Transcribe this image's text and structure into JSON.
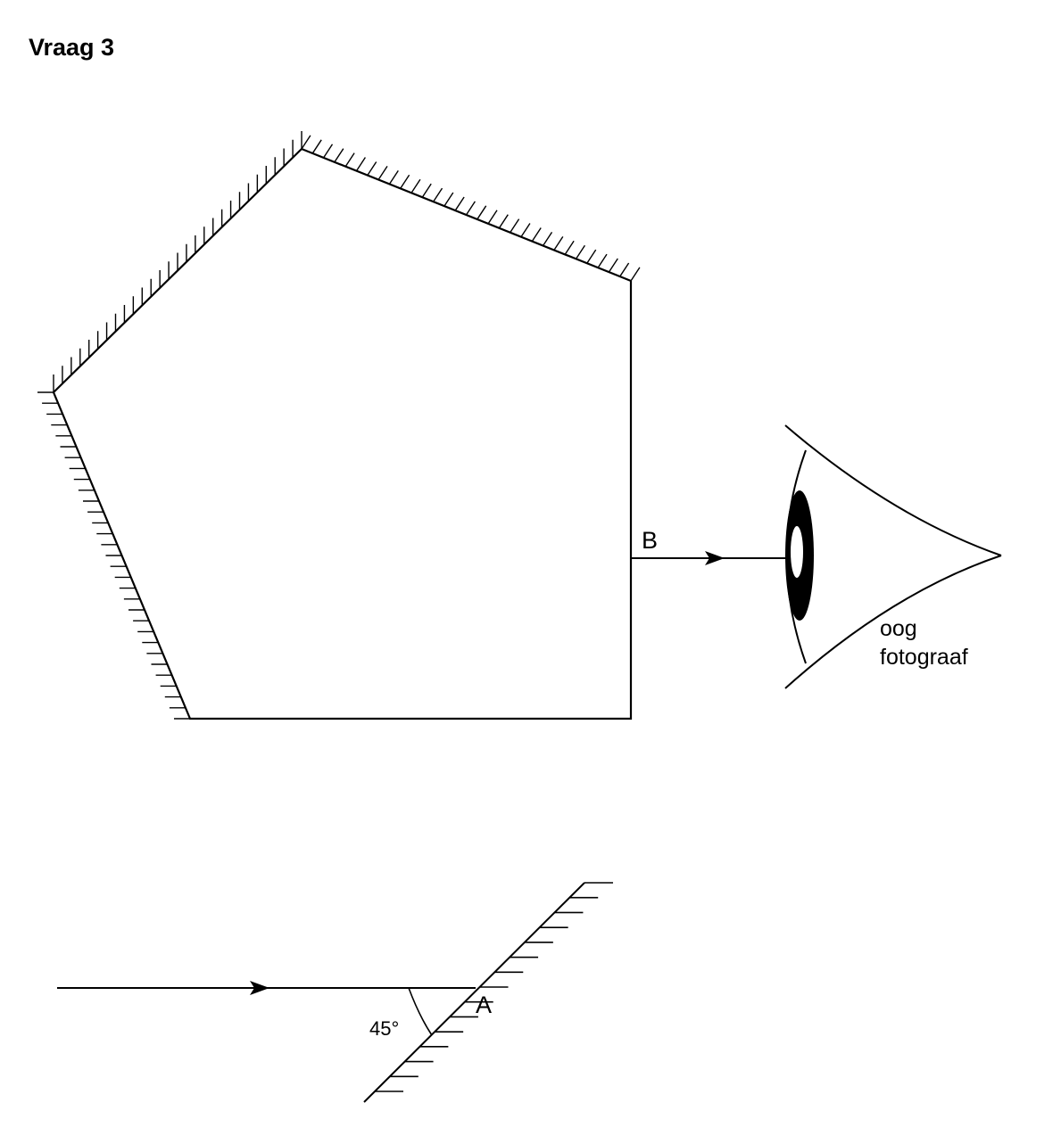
{
  "title": "Vraag 3",
  "labels": {
    "point_a": "A",
    "point_b": "B",
    "angle": "45°",
    "eye_line1": "oog",
    "eye_line2": "fotograaf"
  },
  "colors": {
    "ink": "#000000",
    "background": "#ffffff"
  }
}
